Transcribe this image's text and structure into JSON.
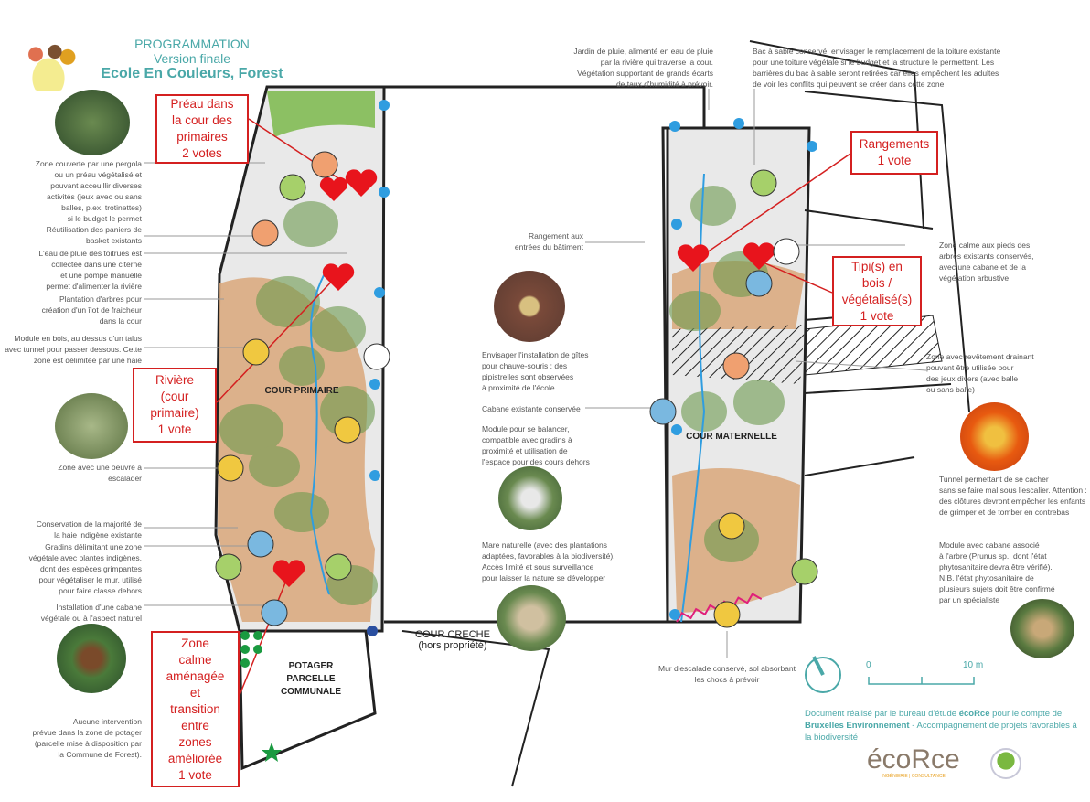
{
  "header": {
    "line1": "PROGRAMMATION",
    "line2": "Version finale",
    "line3": "Ecole En Couleurs, Forest"
  },
  "votes": [
    {
      "lines": [
        "Préau dans",
        "la cour des",
        "primaires",
        "2 votes"
      ]
    },
    {
      "lines": [
        "Rangements",
        "1 vote"
      ]
    },
    {
      "lines": [
        "Tipi(s) en",
        "bois /",
        "végétalisé(s)",
        "1 vote"
      ]
    },
    {
      "lines": [
        "Rivière",
        "(cour",
        "primaire)",
        "1 vote"
      ]
    },
    {
      "lines": [
        "Zone",
        "calme",
        "aménagée",
        "et",
        "transition",
        "entre",
        "zones",
        "améliorée",
        "1 vote"
      ]
    }
  ],
  "zones": {
    "primaire": "COUR PRIMAIRE",
    "maternelle": "COUR MATERNELLE",
    "creche1": "COUR CRECHE",
    "creche2": "(hors propriété)",
    "potager1": "POTAGER",
    "potager2": "PARCELLE",
    "potager3": "COMMUNALE"
  },
  "notes_left": [
    "Zone couverte par une pergola\nou un préau végétalisé et\npouvant acceuillir diverses\nactivités (jeux avec ou sans\nballes, p.ex. trotinettes)\nsi le budget le permet",
    "Réutilisation des paniers de\nbasket existants",
    "L'eau de pluie des toitrues est\ncollectée dans une citerne\net une pompe manuelle\npermet d'alimenter la rivière",
    "Plantation d'arbres pour\ncréation d'un îlot de fraicheur\ndans la cour",
    "Module en bois, au dessus d'un talus\navec tunnel pour passer dessous. Cette\nzone est délimitée par une haie",
    "Zone avec une oeuvre à\nescalader",
    "Conservation de la majorité de\nla haie indigène existante",
    "Gradins délimitant une zone\nvégétale avec  plantes indigènes,\ndont des espèces grimpantes\npour végétaliser le mur, utilisé\npour faire classe dehors",
    "Installation d'une cabane\nvégétale ou à l'aspect naturel",
    "Aucune intervention\nprévue dans la zone de potager\n(parcelle mise à disposition par\nla Commune de Forest)."
  ],
  "notes_middle": [
    "Jardin de pluie, alimenté en eau de pluie\npar la rivière qui traverse la cour.\nVégétation supportant de grands écarts\nde taux d'humidité à prévoir.",
    "Bac à sable conservé, envisager le remplacement de la toiture existante\npour une toiture végétale si le budget et la structure le permettent. Les\nbarrières du bac à sable seront retirées car elles empêchent les adultes\nde voir les conflits qui peuvent se créer dans cette zone",
    "Rangement aux\nentrées du bâtiment",
    "Envisager l'installation de gîtes\npour chauve-souris : des\npipistrelles sont  observées\nà proximité de l'école",
    "Cabane existante conservée",
    "Module pour se balancer,\ncompatible avec gradins à\nproximité et utilisation de\nl'espace pour des cours dehors",
    "Mare naturelle (avec des plantations\nadaptées, favorables à la biodiversité).\nAccès limité et sous surveillance\npour laisser la nature se développer",
    "Mur d'escalade conservé, sol absorbant\nles chocs à prévoir"
  ],
  "notes_right": [
    "Zone calme aux pieds des\narbres existants conservés,\navec une cabane et de la\nvégétation arbustive",
    "Zone avec revêtement drainant\npouvant être utilisée pour\ndes jeux divers (avec balle\nou sans balle)",
    "Tunnel permettant de se cacher\nsans se faire mal sous l'escalier. Attention :\ndes clôtures devront empêcher les enfants\nde grimper et de tomber en contrebas",
    "Module avec cabane associé\nà l'arbre (Prunus sp., dont l'état\nphytosanitaire devra être vérifié).\nN.B. l'état phytosanitaire de\nplusieurs sujets doit être confirmé\npar un spécialiste"
  ],
  "scale": {
    "start": "0",
    "end": "10 m"
  },
  "footer": {
    "p1": "Document réalisé par le bureau d'étude ",
    "b1": "écoRce",
    "p2": " pour le compte de ",
    "b2": "Bruxelles Environnement",
    "p3": " - Accompagnement de projets favorables à la biodiversité"
  },
  "logo": {
    "text": "écoRce",
    "sub": "INGÉNIERIE | CONSULTANCE"
  },
  "colors": {
    "teal": "#4aa8a8",
    "vote_red": "#d42020",
    "heart": "#e8141c",
    "water": "#2f9de0",
    "soil": "#d9a77a",
    "green": "#7fb858"
  }
}
